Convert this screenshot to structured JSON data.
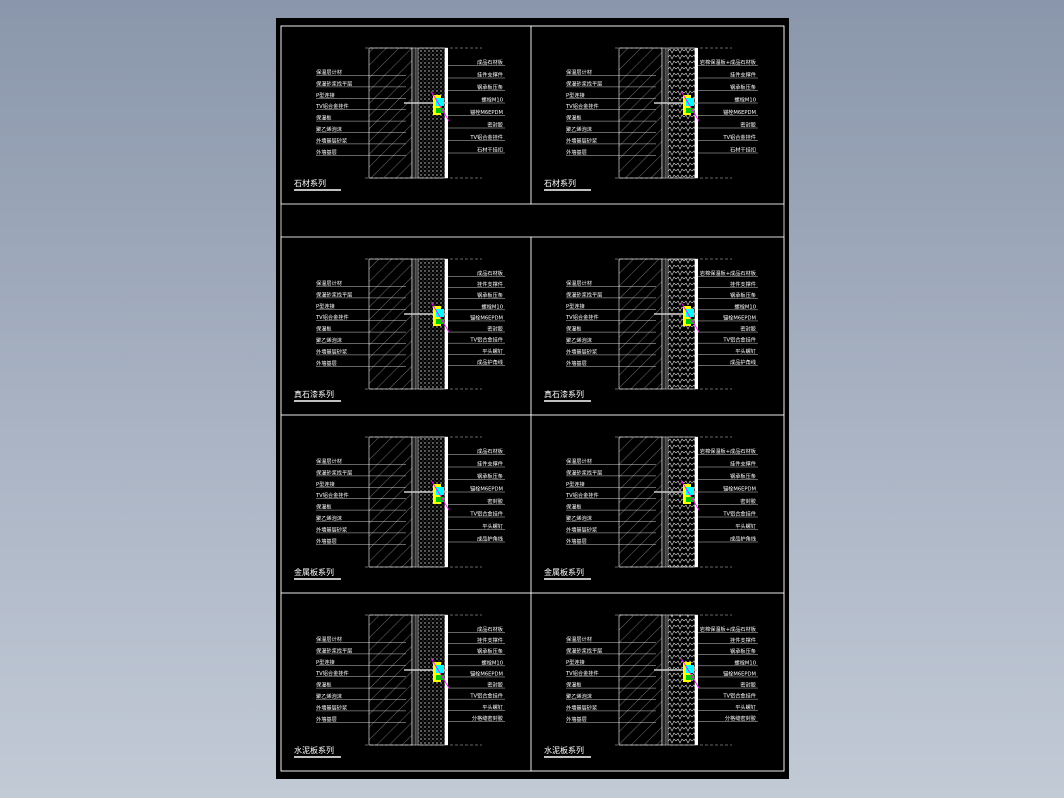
{
  "drawing": {
    "panels": [
      {
        "title": "石材系列",
        "variant": "A",
        "labels_left": [
          "保温层计材",
          "保温砂浆找平层",
          "P型连接",
          "TV铝合金挂件",
          "保温板",
          "聚乙烯泡沫",
          "外墙基层砂浆",
          "外墙基层"
        ],
        "labels_right": [
          "成品石材板",
          "挂件支撑件",
          "钢承板压条",
          "螺栓M10",
          "锚栓M6EPDM",
          "密封胶",
          "TV铝合金挂件",
          "石材干挂扣"
        ]
      },
      {
        "title": "石材系列",
        "variant": "B",
        "labels_left": [
          "保温层计材",
          "保温砂浆找平层",
          "P型连接",
          "TV铝合金挂件",
          "保温板",
          "聚乙烯泡沫",
          "外墙基层砂浆",
          "外墙基层"
        ],
        "labels_right": [
          "岩棉保温板+成品石材板",
          "挂件支撑件",
          "钢承板压条",
          "螺栓M10",
          "锚栓M6EPDM",
          "密封胶",
          "TV铝合金挂件",
          "石材干挂扣"
        ]
      },
      {
        "title": "真石漆系列",
        "variant": "A",
        "labels_left": [
          "保温层计材",
          "保温砂浆找平层",
          "P型连接",
          "TV铝合金挂件",
          "保温板",
          "聚乙烯泡沫",
          "外墙基层砂浆",
          "外墙基层"
        ],
        "labels_right": [
          "成品石材板",
          "挂件支撑件",
          "钢承板压条",
          "螺栓M10",
          "锚栓M6EPDM",
          "密封胶",
          "TV铝合金挂件",
          "平头螺钉",
          "成品护角线"
        ]
      },
      {
        "title": "真石漆系列",
        "variant": "B",
        "labels_left": [
          "保温层计材",
          "保温砂浆找平层",
          "P型连接",
          "TV铝合金挂件",
          "保温板",
          "聚乙烯泡沫",
          "外墙基层砂浆",
          "外墙基层"
        ],
        "labels_right": [
          "岩棉保温板+成品石材板",
          "挂件支撑件",
          "钢承板压条",
          "螺栓M10",
          "锚栓M6EPDM",
          "密封胶",
          "TV铝合金挂件",
          "平头螺钉",
          "成品护角线"
        ]
      },
      {
        "title": "金属板系列",
        "variant": "A",
        "labels_left": [
          "保温层计材",
          "保温砂浆找平层",
          "P型连接",
          "TV铝合金挂件",
          "保温板",
          "聚乙烯泡沫",
          "外墙基层砂浆",
          "外墙基层"
        ],
        "labels_right": [
          "成品石材板",
          "挂件支撑件",
          "钢承板压条",
          "锚栓M6EPDM",
          "密封胶",
          "TV铝合金挂件",
          "平头螺钉",
          "成品护角线"
        ]
      },
      {
        "title": "金属板系列",
        "variant": "B",
        "labels_left": [
          "保温层计材",
          "保温砂浆找平层",
          "P型连接",
          "TV铝合金挂件",
          "保温板",
          "聚乙烯泡沫",
          "外墙基层砂浆",
          "外墙基层"
        ],
        "labels_right": [
          "岩棉保温板+成品石材板",
          "挂件支撑件",
          "钢承板压条",
          "锚栓M6EPDM",
          "密封胶",
          "TV铝合金挂件",
          "平头螺钉",
          "成品护角线"
        ]
      },
      {
        "title": "水泥板系列",
        "variant": "A",
        "labels_left": [
          "保温层计材",
          "保温砂浆找平层",
          "P型连接",
          "TV铝合金挂件",
          "保温板",
          "聚乙烯泡沫",
          "外墙基层砂浆",
          "外墙基层"
        ],
        "labels_right": [
          "成品石材板",
          "挂件支撑件",
          "钢承板压条",
          "螺栓M10",
          "锚栓M6EPDM",
          "密封胶",
          "TV铝合金挂件",
          "平头螺钉",
          "分格缝密封胶"
        ]
      },
      {
        "title": "水泥板系列",
        "variant": "B",
        "labels_left": [
          "保温层计材",
          "保温砂浆找平层",
          "P型连接",
          "TV铝合金挂件",
          "保温板",
          "聚乙烯泡沫",
          "外墙基层砂浆",
          "外墙基层"
        ],
        "labels_right": [
          "岩棉保温板+成品石材板",
          "挂件支撑件",
          "钢承板压条",
          "螺栓M10",
          "锚栓M6EPDM",
          "密封胶",
          "TV铝合金挂件",
          "平头螺钉",
          "分格缝密封胶"
        ]
      }
    ],
    "colors": {
      "background": "#000000",
      "frame": "#ffffff",
      "text": "#ffffff",
      "fastener_yellow": "#ffff00",
      "fastener_cyan": "#00ffff",
      "fastener_magenta": "#ff00ff",
      "bracket_green": "#00c800",
      "wall_hatch": "#bbbbbb"
    }
  }
}
